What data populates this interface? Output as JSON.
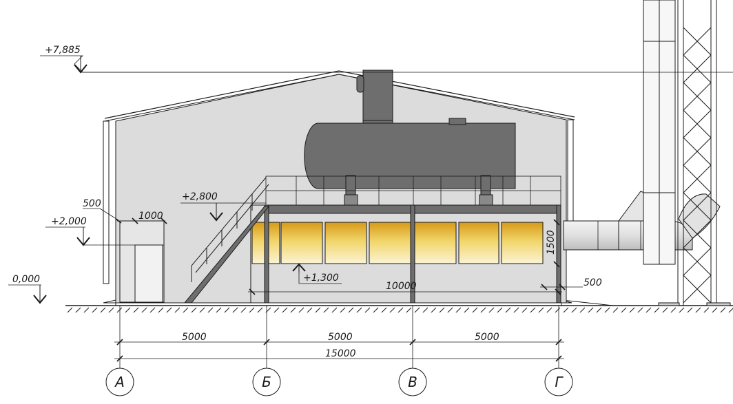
{
  "elevations": {
    "roof_top": "+7,885",
    "stair_top": "+2,800",
    "door_top": "+2,000",
    "floor": "0,000",
    "window_sill": "+1,300"
  },
  "dimensions": {
    "door_offset": "500",
    "door_width": "1000",
    "window_height": "1500",
    "duct_offset": "500",
    "container_length": "10000",
    "span_1": "5000",
    "span_2": "5000",
    "span_3": "5000",
    "total_length": "15000"
  },
  "axes": [
    "А",
    "Б",
    "В",
    "Г"
  ],
  "colors": {
    "line": "#1a1a1a",
    "wall_fill": "#dcdcdc",
    "equipment": "#6e6e6e",
    "window_top": "#d79a16",
    "window_mid": "#f3d76a",
    "window_bottom": "#fbf3d2"
  }
}
